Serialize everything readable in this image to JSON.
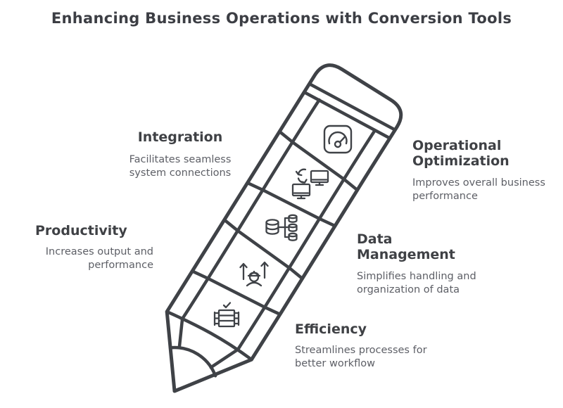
{
  "header": {
    "title": "Enhancing Business Operations with Conversion Tools"
  },
  "features": [
    {
      "id": "integration",
      "title": "Integration",
      "description": "Facilitates seamless system connections",
      "icon": "monitors-sync-icon"
    },
    {
      "id": "operational-optimization",
      "title": "Operational Optimization",
      "description": "Improves overall business performance",
      "icon": "gauge-icon"
    },
    {
      "id": "productivity",
      "title": "Productivity",
      "description": "Increases output and performance",
      "icon": "worker-up-arrows-icon"
    },
    {
      "id": "data-management",
      "title": "Data Management",
      "description": "Simplifies handling and organization of data",
      "icon": "database-tree-icon"
    },
    {
      "id": "efficiency",
      "title": "Efficiency",
      "description": "Streamlines processes for better workflow",
      "icon": "process-check-icon"
    }
  ],
  "illustration": {
    "type": "pencil-with-5-segments",
    "segment_icons_top_to_bottom": [
      "gauge-icon",
      "monitors-sync-icon",
      "database-tree-icon",
      "worker-up-arrows-icon",
      "process-check-icon"
    ]
  },
  "colors": {
    "background": "#ffffff",
    "line": "#3f4247",
    "title_text": "#3c3e44",
    "heading_text": "#3f4145",
    "body_text": "#5d5f66"
  }
}
